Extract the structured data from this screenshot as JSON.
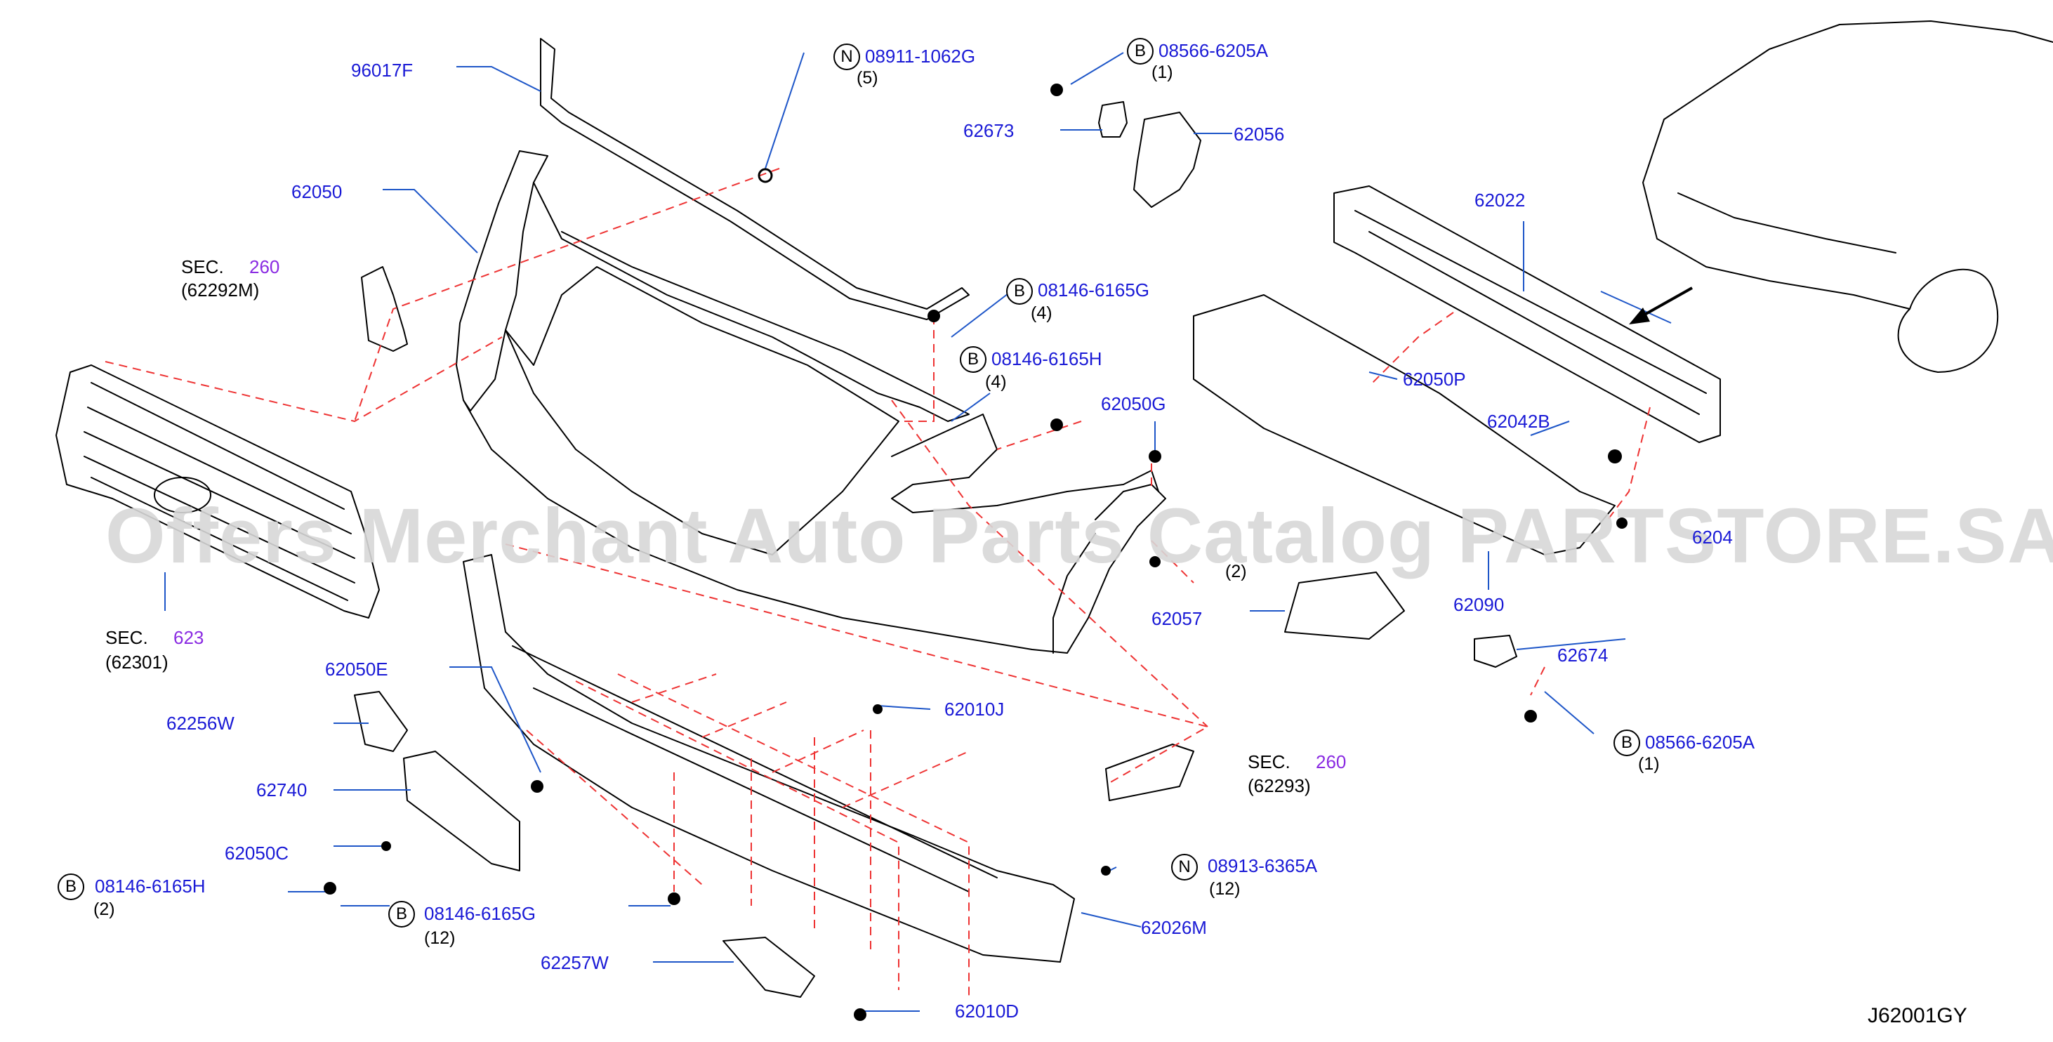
{
  "diagram_code": "J62001GY",
  "watermark": "Offers Merchant Auto Parts Catalog PARTSTORE.SA",
  "colors": {
    "part_number": "#1a1ad6",
    "section_ref": "#8a2be2",
    "leader": "#1e56c8",
    "dashed": "#ee3333",
    "outline": "#000000"
  },
  "labels": {
    "p96017F": "96017F",
    "p62050": "62050",
    "p62292M_sec": "SEC.",
    "p62292M_num": "260",
    "p62292M_ref": "(62292M)",
    "p62301_sec": "SEC.",
    "p62301_num": "623",
    "p62301_ref": "(62301)",
    "p08911": "08911-1062G",
    "p08911_qty": "(5)",
    "p08911_badge": "N",
    "p08566a": "08566-6205A",
    "p08566a_qty": "(1)",
    "p08566a_badge": "B",
    "p62673": "62673",
    "p62056": "62056",
    "p62022": "62022",
    "p08146g_top": "08146-6165G",
    "p08146g_top_qty": "(4)",
    "p08146g_top_badge": "B",
    "p08146h_top": "08146-6165H",
    "p08146h_top_qty": "(4)",
    "p08146h_top_badge": "B",
    "p62050G": "62050G",
    "p62050P": "62050P",
    "p62042B": "62042B",
    "p62042A_obscured": "6204",
    "p08566_mid_qty": "(2)",
    "p62090": "62090",
    "p62057": "62057",
    "p62674": "62674",
    "p08566b": "08566-6205A",
    "p08566b_qty": "(1)",
    "p08566b_badge": "B",
    "p62050E": "62050E",
    "p62256W": "62256W",
    "p62010J": "62010J",
    "p62293_sec": "SEC.",
    "p62293_num": "260",
    "p62293_ref": "(62293)",
    "p62740": "62740",
    "p62050C": "62050C",
    "p08146h_bot": "08146-6165H",
    "p08146h_bot_qty": "(2)",
    "p08146h_bot_badge": "B",
    "p08146g_bot": "08146-6165G",
    "p08146g_bot_qty": "(12)",
    "p08146g_bot_badge": "B",
    "p08913": "08913-6365A",
    "p08913_qty": "(12)",
    "p08913_badge": "N",
    "p62026M": "62026M",
    "p62257W": "62257W",
    "p62010D": "62010D"
  }
}
